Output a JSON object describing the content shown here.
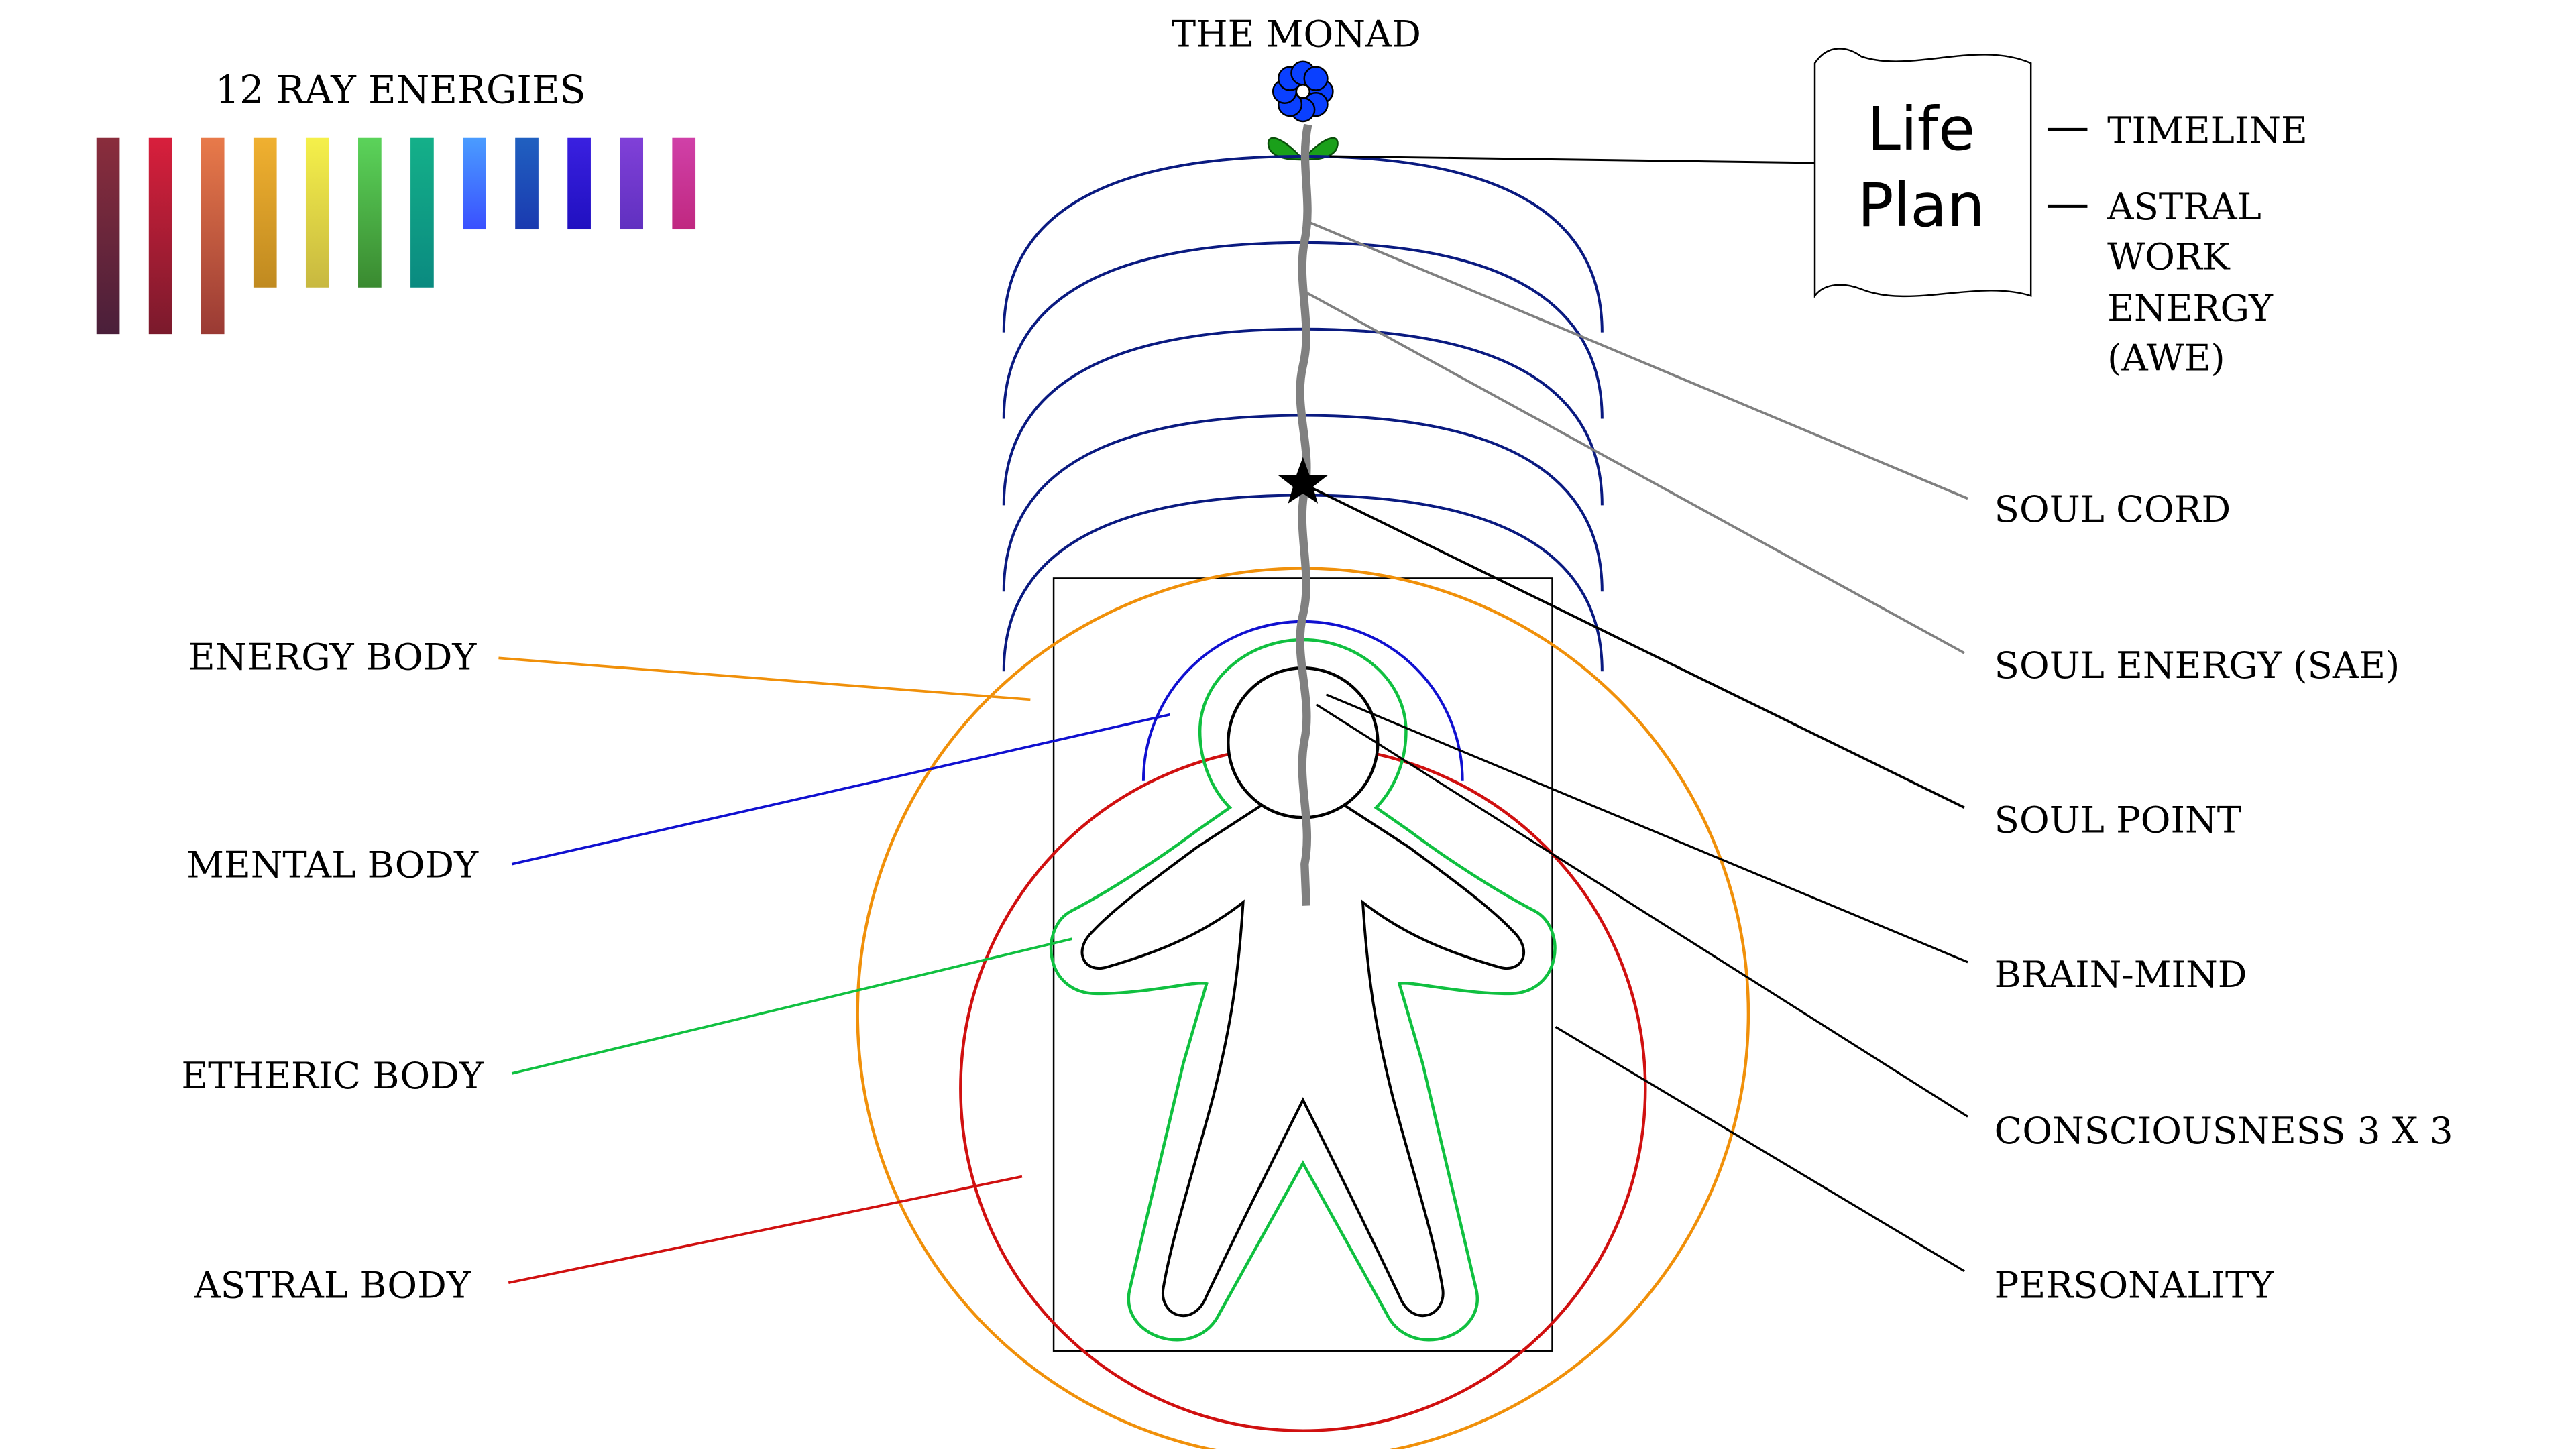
{
  "title": "12 RAY ENERGIES",
  "monad_label": "THE MONAD",
  "ray_colors": [
    [
      "#8a2d3c",
      "#4a1f3a"
    ],
    [
      "#d81f3c",
      "#7a1a2c"
    ],
    [
      "#e87a4a",
      "#9a3a34"
    ],
    [
      "#f0b030",
      "#c08a20"
    ],
    [
      "#f5f04a",
      "#c8b840"
    ],
    [
      "#5bd35a",
      "#3a8a30"
    ],
    [
      "#14b089",
      "#0a8a80"
    ],
    [
      "#4a9cff",
      "#3a50ff"
    ],
    [
      "#2060c0",
      "#1a3ab0"
    ],
    [
      "#3a20e0",
      "#2010c0"
    ],
    [
      "#8040d8",
      "#6030c0"
    ],
    [
      "#d040a8",
      "#c02880"
    ]
  ],
  "life_plan": {
    "line1": "Life",
    "line2": "Plan",
    "items": [
      "TIMELINE",
      "ASTRAL",
      "WORK",
      "ENERGY",
      "(AWE)"
    ]
  },
  "left_labels": {
    "energy_body": "ENERGY BODY",
    "mental_body": "MENTAL BODY",
    "etheric_body": "ETHERIC BODY",
    "astral_body": "ASTRAL BODY"
  },
  "right_labels": {
    "soul_cord": "SOUL CORD",
    "soul_energy": "SOUL ENERGY (SAE)",
    "soul_point": "SOUL POINT",
    "brain_mind": "BRAIN-MIND",
    "consciousness": "CONSCIOUSNESS 3 X 3",
    "personality": "PERSONALITY"
  },
  "colors": {
    "energy_body": "#f0900a",
    "mental_body": "#1010d0",
    "etheric_body": "#10c040",
    "astral_body": "#d01010",
    "monad_arcs": "#0a1a80",
    "soul_cord": "#808080",
    "monad_flower": "#0a40ff"
  }
}
